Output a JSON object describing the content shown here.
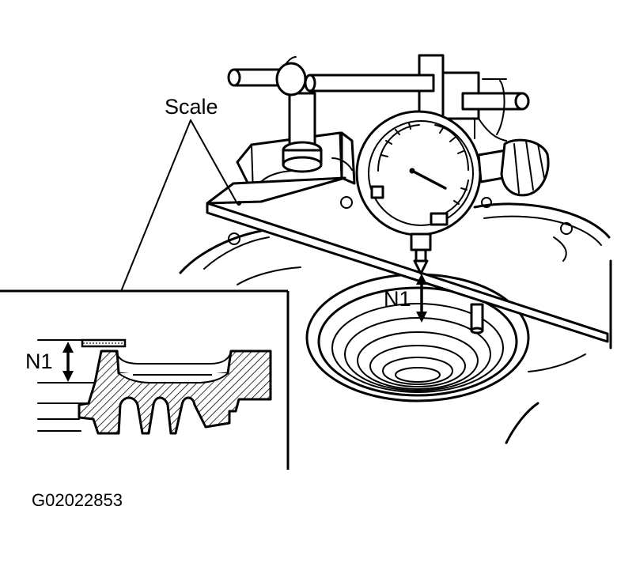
{
  "labels": {
    "scale": "Scale",
    "n1_main": "N1",
    "n1_detail": "N1",
    "figure_code": "G02022853"
  },
  "colors": {
    "ink": "#000000",
    "paper": "#ffffff"
  }
}
